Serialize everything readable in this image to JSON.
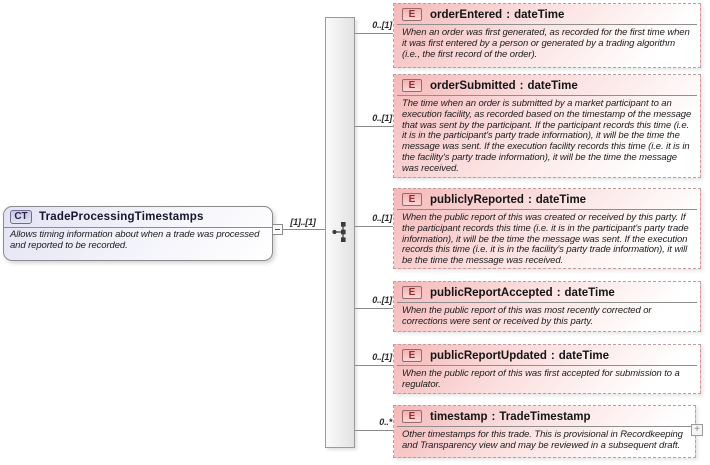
{
  "schema": {
    "root": {
      "badge": "CT",
      "name": "TradeProcessingTimestamps",
      "annotation": "Allows timing information about when a trade was processed and reported to be recorded.",
      "cardinality": "[1]..[1]"
    },
    "separator": ":",
    "compositor": {
      "type": "sequence"
    },
    "expand_label": "+",
    "elements": [
      {
        "badge": "E",
        "name": "orderEntered",
        "type": "dateTime",
        "cardinality": "0..[1]",
        "annotation": "When an order was first generated, as recorded for the first time when it was first entered by a person or generated by a trading algorithm (i.e., the first record of the order)."
      },
      {
        "badge": "E",
        "name": "orderSubmitted",
        "type": "dateTime",
        "cardinality": "0..[1]",
        "annotation": "The time when an order is submitted by a market participant to an execution facility, as recorded based on the timestamp of the message that was sent by the participant. If the participant records this time (i.e. it is in the participant's party trade information), it will be the time the message was sent. If the execution facility records this time (i.e. it is in the facility's party trade information), it will be the time the message was received."
      },
      {
        "badge": "E",
        "name": "publiclyReported",
        "type": "dateTime",
        "cardinality": "0..[1]",
        "annotation": "When the public report of this was created or received by this party. If the participant records this time (i.e. it is in the participant's party trade information), it will be the time the message was sent. If the execution records this time (i.e. it is in the facility's party trade information), it will be the time the message was received."
      },
      {
        "badge": "E",
        "name": "publicReportAccepted",
        "type": "dateTime",
        "cardinality": "0..[1]",
        "annotation": "When the public report of this was most recently corrected or corrections were sent or received by this party."
      },
      {
        "badge": "E",
        "name": "publicReportUpdated",
        "type": "dateTime",
        "cardinality": "0..[1]",
        "annotation": "When the public report of this was first accepted for submission to a regulator."
      },
      {
        "badge": "E",
        "name": "timestamp",
        "type": "TradeTimestamp",
        "cardinality": "0..*",
        "annotation": "Other timestamps for this trade. This is provisional in Recordkeeping and Transparency view and may be reviewed in a subsequent draft."
      }
    ],
    "colors": {
      "element_fill": "#f5b8b8",
      "element_border": "#c39b9b",
      "root_fill": "#e2e2f4",
      "root_border": "#8c8c8c",
      "badge_e_text": "#8b2f2f",
      "badge_ct_text": "#26264f",
      "connector": "#8a8a8a"
    }
  }
}
